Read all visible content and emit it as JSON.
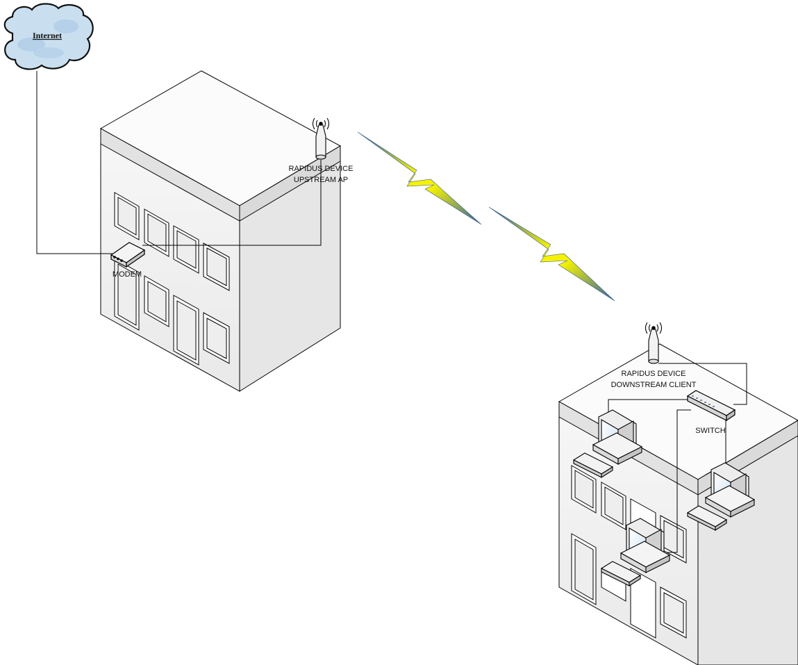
{
  "diagram": {
    "internet": {
      "label": "Internet"
    },
    "modem": {
      "label": "MODEM"
    },
    "upstream": {
      "line1": "RAPIDUS DEVICE",
      "line2": "UPSTREAM AP"
    },
    "downstream": {
      "line1": "RAPIDUS DEVICE",
      "line2": "DOWNSTREAM CLIENT"
    },
    "switch": {
      "label": "SWITCH"
    }
  },
  "colors": {
    "background": "#ffffff",
    "line": "#000000",
    "building_front": "#f2f2f2",
    "building_side": "#e4e4e4",
    "building_top": "#fafafa",
    "cloud_fill": "#c9dff0",
    "lightning_yellow": "#f5f200",
    "lightning_blue": "#2d5fa8"
  }
}
